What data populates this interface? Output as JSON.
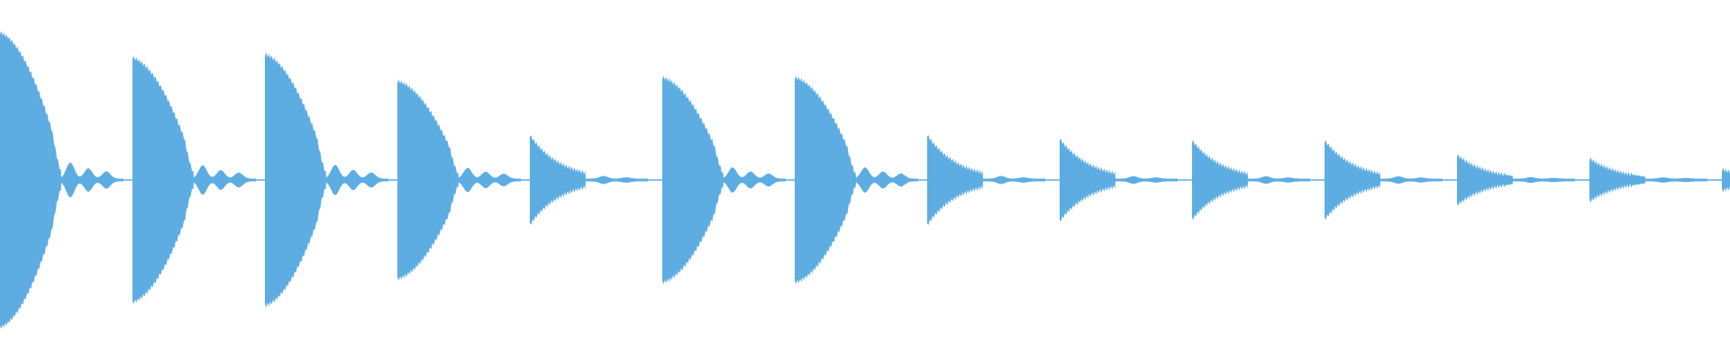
{
  "waveform": {
    "color": "#5DADE2",
    "description_name": "audio-waveform",
    "clips": [
      {
        "peak": 0.82,
        "decay": "long"
      },
      {
        "peak": 0.68,
        "decay": "long"
      },
      {
        "peak": 0.7,
        "decay": "long"
      },
      {
        "peak": 0.55,
        "decay": "long"
      },
      {
        "peak": 0.25,
        "decay": "short"
      },
      {
        "peak": 0.57,
        "decay": "long"
      },
      {
        "peak": 0.57,
        "decay": "long"
      },
      {
        "peak": 0.25,
        "decay": "short"
      },
      {
        "peak": 0.23,
        "decay": "short"
      },
      {
        "peak": 0.22,
        "decay": "short"
      },
      {
        "peak": 0.22,
        "decay": "short"
      },
      {
        "peak": 0.14,
        "decay": "short"
      },
      {
        "peak": 0.12,
        "decay": "short"
      },
      {
        "peak": 0.06,
        "decay": "short"
      }
    ]
  }
}
